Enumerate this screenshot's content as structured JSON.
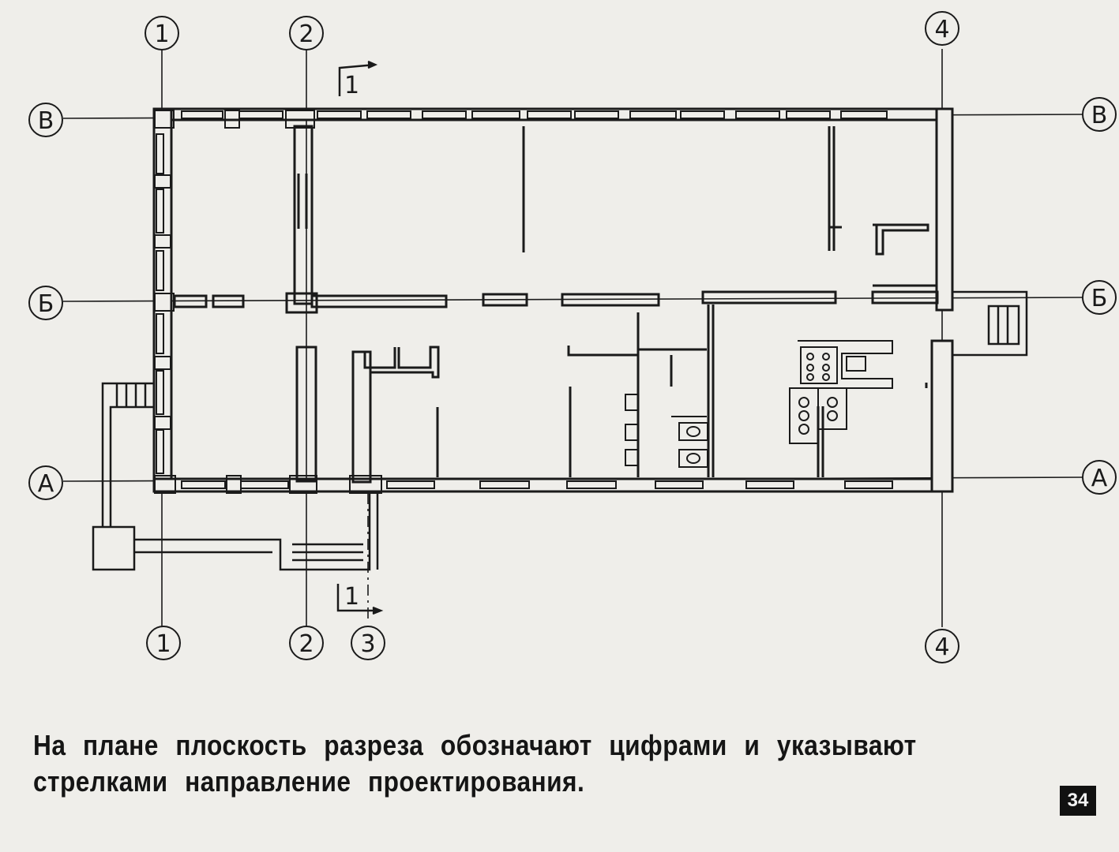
{
  "axes": {
    "v1": "1",
    "v2": "2",
    "v3": "3",
    "v4": "4",
    "hA": "А",
    "hB": "Б",
    "hV": "В"
  },
  "section_mark": "1",
  "caption": {
    "line1": "На плане плоскость разреза обозначают цифрами и указывают",
    "line2": "стрелками направление проектирования."
  },
  "page_number": "34",
  "colors": {
    "line": "#1a1a1a",
    "paper": "#efeeea"
  }
}
